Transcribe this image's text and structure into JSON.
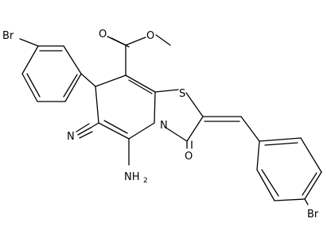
{
  "molecule": {
    "atom_labels": {
      "br_left": "Br",
      "o_carbonyl_ester": "O",
      "o_ester": "O",
      "s_ring": "S",
      "n_ring": "N",
      "n_nitrile": "N",
      "o_ketone": "O",
      "nh2_main": "NH",
      "nh2_sub": "2",
      "br_right": "Br"
    },
    "colors": {
      "bond": "#000000",
      "text": "#000000",
      "background": "#ffffff"
    }
  }
}
